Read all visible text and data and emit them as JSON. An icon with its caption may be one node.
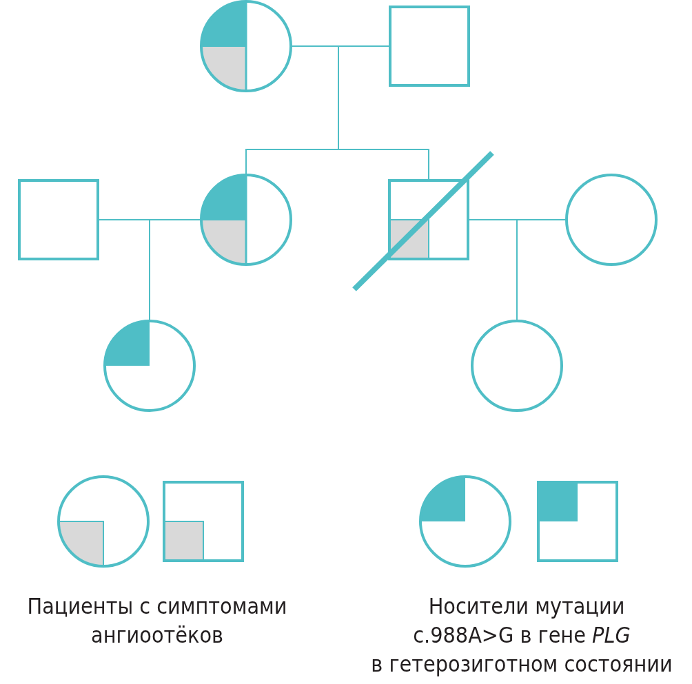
{
  "diagram": {
    "nodes": [
      {
        "text": [],
        "shape": "circle"
      },
      {
        "text": [],
        "shape": "box"
      },
      {
        "text": [],
        "shape": "box"
      },
      {
        "text": [],
        "shape": "circle"
      },
      {
        "text": [],
        "shape": "box"
      },
      {
        "text": [],
        "shape": "circle"
      },
      {
        "text": [],
        "shape": "circle"
      },
      {
        "text": [],
        "shape": "circle"
      }
    ],
    "edges": [
      {
        "from": 0,
        "to": 1,
        "arrow": "none"
      },
      {
        "from": 0,
        "to": 3,
        "arrow": "none"
      },
      {
        "from": 1,
        "to": 3,
        "arrow": "none"
      },
      {
        "from": 0,
        "to": 4,
        "arrow": "none"
      },
      {
        "from": 1,
        "to": 4,
        "arrow": "none"
      },
      {
        "from": 2,
        "to": 3,
        "arrow": "none"
      },
      {
        "from": 2,
        "to": 6,
        "arrow": "none"
      },
      {
        "from": 3,
        "to": 6,
        "arrow": "none"
      },
      {
        "from": 4,
        "to": 5,
        "arrow": "none"
      },
      {
        "from": 4,
        "to": 7,
        "arrow": "none"
      },
      {
        "from": 5,
        "to": 7,
        "arrow": "none"
      }
    ],
    "legend": [
      {
        "text": "Пациенты с симптомами ангиоотёков"
      },
      {
        "text": "Носители мутации c.988A>G в гене *PLG* в гетерозиготном состоянии"
      }
    ]
  }
}
